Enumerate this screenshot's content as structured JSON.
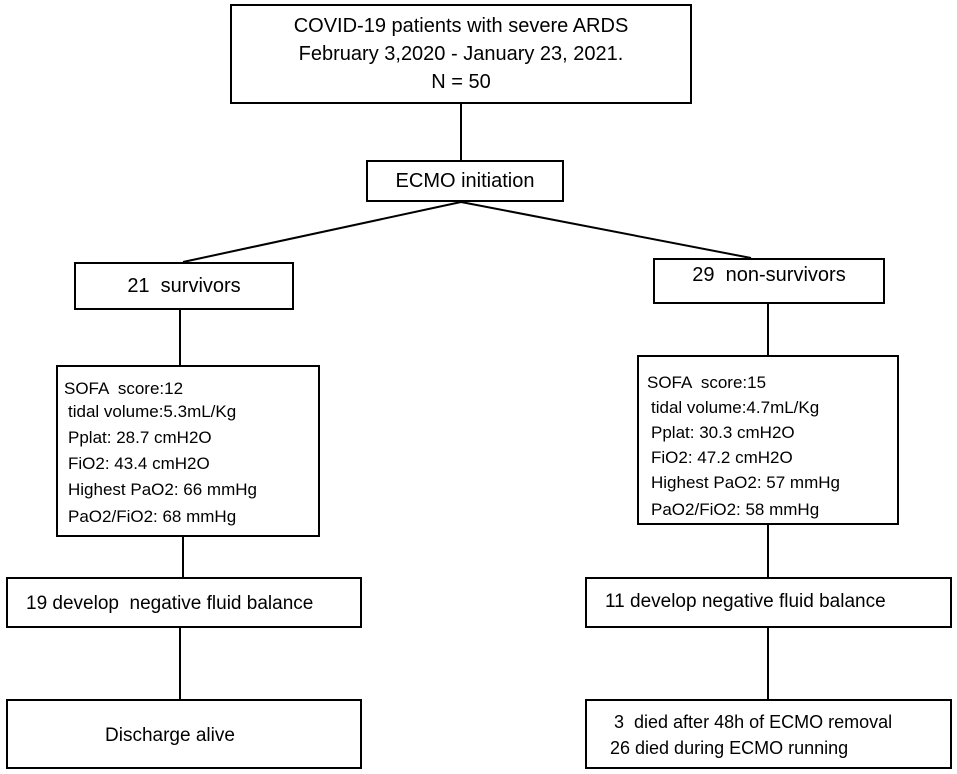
{
  "top": {
    "line1": "COVID-19 patients with severe ARDS",
    "line2": "February 3,2020 - January 23, 2021.",
    "line3": "N = 50"
  },
  "ecmo": {
    "label": "ECMO initiation"
  },
  "survivors": {
    "label": "21  survivors",
    "stats": [
      "SOFA  score:12",
      "tidal volume:5.3mL/Kg",
      "Pplat: 28.7 cmH2O",
      "FiO2: 43.4 cmH2O",
      "Highest PaO2: 66 mmHg",
      "PaO2/FiO2: 68 mmHg"
    ],
    "fluid": "19 develop  negative fluid balance",
    "outcome": "Discharge alive"
  },
  "nonsurvivors": {
    "label": "29  non-survivors",
    "stats": [
      "SOFA  score:15",
      "tidal volume:4.7mL/Kg",
      "Pplat: 30.3 cmH2O",
      "FiO2: 47.2 cmH2O",
      "Highest PaO2: 57 mmHg",
      "PaO2/FiO2: 58 mmHg"
    ],
    "fluid": "11 develop negative fluid balance",
    "outcome_line1": "3  died after 48h of ECMO removal",
    "outcome_line2": "26 died during ECMO running"
  }
}
